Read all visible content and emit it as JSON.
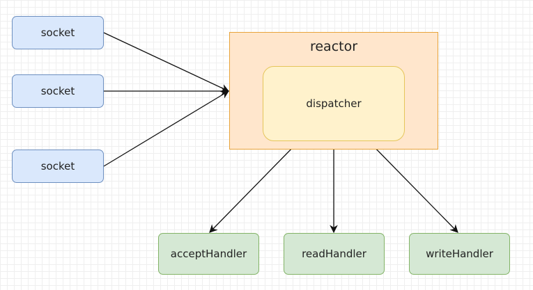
{
  "diagram": {
    "sockets": [
      {
        "label": "socket"
      },
      {
        "label": "socket"
      },
      {
        "label": "socket"
      }
    ],
    "reactor": {
      "label": "reactor"
    },
    "dispatcher": {
      "label": "dispatcher"
    },
    "handlers": [
      {
        "label": "acceptHandler"
      },
      {
        "label": "readHandler"
      },
      {
        "label": "writeHandler"
      }
    ],
    "colors": {
      "socket_fill": "#dae8fc",
      "socket_stroke": "#6c8ebf",
      "reactor_fill": "#ffe6cc",
      "reactor_stroke": "#e8a33a",
      "dispatcher_fill": "#fff2cc",
      "dispatcher_stroke": "#e5c55a",
      "handler_fill": "#d5e8d4",
      "handler_stroke": "#82b366",
      "edge": "#111111"
    }
  }
}
